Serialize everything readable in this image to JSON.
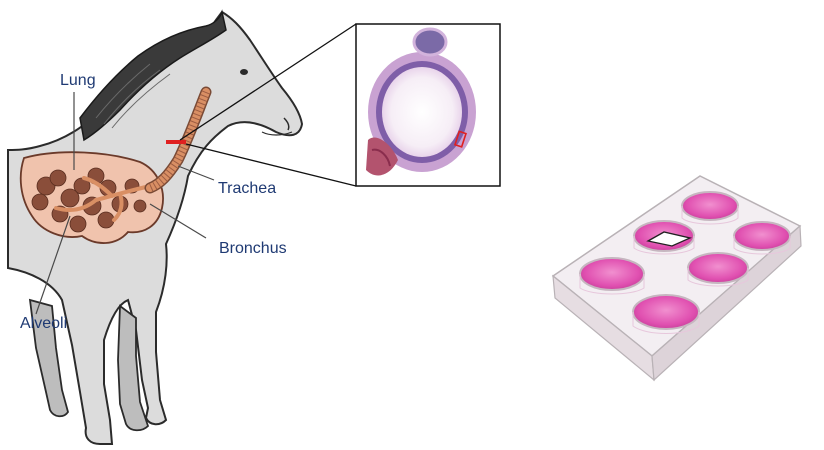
{
  "labels": {
    "lung": "Lung",
    "trachea": "Trachea",
    "bronchus": "Bronchus",
    "alveoli": "Alveoli"
  },
  "colors": {
    "label_text": "#1f3a73",
    "trachea_tube": "#d98f64",
    "lung_tissue": "#f0c3ad",
    "alveoli_clusters": "#8a4e3a",
    "section_marker": "#e02020",
    "histology_stain": "#9a6db0",
    "culture_medium": "#e04fb0"
  },
  "icons": {
    "horse": "horse-illustration-icon",
    "histology": "trachea-cross-section-icon",
    "plate": "six-well-culture-plate-icon"
  }
}
